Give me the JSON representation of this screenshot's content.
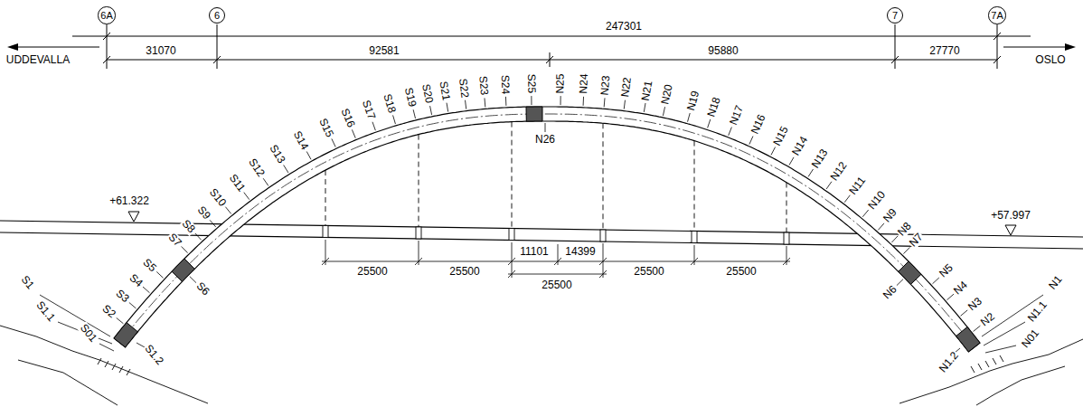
{
  "diagram": {
    "nodes": [
      {
        "text": [
          "6A"
        ]
      },
      {
        "text": [
          "6"
        ]
      },
      {
        "text": [
          "7"
        ]
      },
      {
        "text": [
          "7A"
        ]
      }
    ],
    "labels": [
      "247301",
      "31070",
      "92581",
      "95880",
      "27770",
      "UDDEVALLA",
      "OSLO",
      "+61.322",
      "+57.997",
      "S1",
      "S1.1",
      "S01",
      "S1.2",
      "S2",
      "S3",
      "S4",
      "S5",
      "S6",
      "S7",
      "S8",
      "S9",
      "S10",
      "S11",
      "S12",
      "S13",
      "S14",
      "S15",
      "S16",
      "S17",
      "S18",
      "S19",
      "S20",
      "S21",
      "S22",
      "S23",
      "S24",
      "S25",
      "N25",
      "N24",
      "N23",
      "N22",
      "N21",
      "N20",
      "N19",
      "N18",
      "N17",
      "N16",
      "N15",
      "N14",
      "N13",
      "N12",
      "N11",
      "N10",
      "N9",
      "N8",
      "N7",
      "N5",
      "N4",
      "N3",
      "N2",
      "N1",
      "N1.1",
      "N01",
      "N1.2",
      "N6",
      "N26",
      "25500",
      "25500",
      "11101",
      "14399",
      "25500",
      "25500",
      "25500"
    ]
  }
}
